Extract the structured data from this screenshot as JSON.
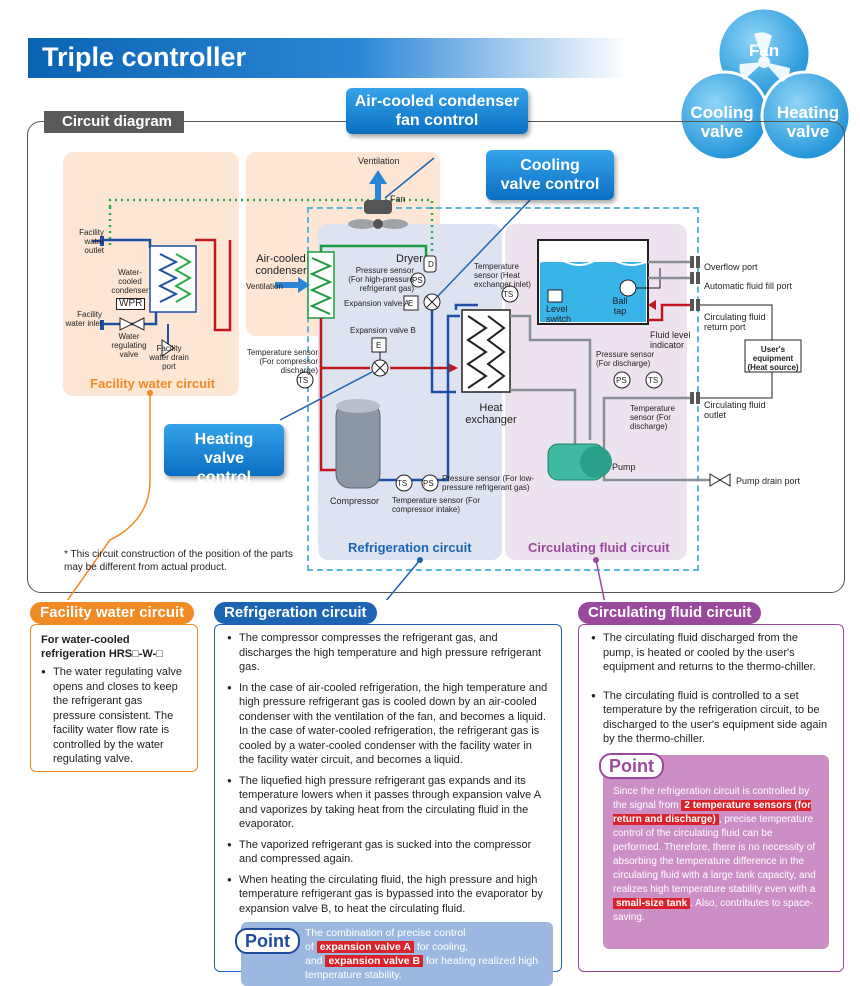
{
  "title": "Triple controller",
  "badge": {
    "fan": "Fan",
    "cooling": "Cooling valve",
    "heating": "Heating valve"
  },
  "diagram": {
    "tab": "Circuit diagram",
    "callouts": {
      "aircooled_fan": "Air-cooled condenser fan control",
      "cooling_valve": "Cooling valve control",
      "heating_valve": "Heating valve control"
    },
    "labels": {
      "ventilation_top": "Ventilation",
      "fan": "Fan",
      "facility_water_outlet": "Facility water outlet",
      "facility_water_inlet": "Facility water inlet",
      "water_cooled_condenser": "Water-cooled condenser",
      "wpr": "WPR",
      "water_regulating_valve": "Water regulating valve",
      "facility_water_drain_port": "Facility water drain port",
      "air_cooled_condenser": "Air-cooled condenser",
      "ventilation_left": "Ventilation",
      "dryer": "Dryer",
      "d": "D",
      "pressure_sensor_high": "Pressure sensor (For high-pressure refrigerant gas)",
      "expansion_valve_a": "Expansion valve A",
      "e": "E",
      "expansion_valve_b": "Expansion valve B",
      "temp_sensor_comp_discharge": "Temperature sensor (For compressor discharge)",
      "ts": "TS",
      "ps": "PS",
      "temp_sensor_hx_inlet": "Temperature sensor (Heat exchanger inlet)",
      "heat_exchanger": "Heat exchanger",
      "compressor": "Compressor",
      "pressure_sensor_low": "Pressure sensor (For low-pressure refrigerant gas)",
      "temp_sensor_comp_intake": "Temperature sensor (For compressor intake)",
      "level_switch": "Level switch",
      "ball_tap": "Ball tap",
      "fluid_level_indicator": "Fluid level indicator",
      "pressure_sensor_discharge": "Pressure sensor (For discharge)",
      "temp_sensor_discharge": "Temperature sensor (For discharge)",
      "overflow_port": "Overflow port",
      "auto_fill_port": "Automatic fluid fill port",
      "circ_return_port": "Circulating fluid return port",
      "users_equipment": "User's equipment (Heat source)",
      "circ_outlet": "Circulating fluid outlet",
      "pump": "Pump",
      "pump_drain_port": "Pump drain port",
      "facility_water_circuit": "Facility water circuit",
      "refrigeration_circuit": "Refrigeration circuit",
      "circulating_fluid_circuit": "Circulating fluid circuit"
    },
    "note": "* This circuit construction of the position of the parts may be different from actual product."
  },
  "facility": {
    "header": "Facility water circuit",
    "subhead": "For water-cooled refrigeration HRS□-W-□",
    "bullet": "The water regulating valve opens and closes to keep the refrigerant gas pressure consistent. The facility water flow rate is controlled by the water regulating valve."
  },
  "refrigeration": {
    "header": "Refrigeration circuit",
    "bullets": [
      "The compressor compresses the refrigerant gas, and discharges the high temperature and high pressure refrigerant gas.",
      "In the case of air-cooled refrigeration, the high temperature and high pressure refrigerant gas is cooled down by an air-cooled condenser with the ventilation of the fan, and becomes a liquid. In the case of water-cooled refrigeration, the refrigerant gas is cooled by a water-cooled condenser with the facility water in the facility water circuit, and becomes a liquid.",
      "The liquefied high pressure refrigerant gas expands and its temperature lowers when it passes through expansion valve A and vaporizes by taking heat from the circulating fluid in the evaporator.",
      "The vaporized refrigerant gas is sucked into the compressor and compressed again.",
      "When heating the circulating fluid, the high pressure and high temperature refrigerant gas is bypassed into the evaporator by expansion valve B, to heat the circulating fluid."
    ],
    "point": {
      "word": "Point",
      "t1": "The combination of precise control",
      "t2": "of",
      "hl1": "expansion valve A",
      "t3": "for cooling,",
      "t4": "and",
      "hl2": "expansion valve B",
      "t5": "for heating realized high",
      "t6": "temperature stability."
    }
  },
  "circulating": {
    "header": "Circulating fluid circuit",
    "bullets": [
      "The circulating fluid discharged from the pump, is heated or cooled by the user's equipment and returns to the thermo-chiller.",
      "The circulating fluid is controlled to a set temperature by the refrigeration circuit, to be discharged to the user's equipment side again by the thermo-chiller."
    ],
    "point": {
      "word": "Point",
      "t1": "Since the refrigeration circuit is controlled by the signal from",
      "hl1": "2 temperature sensors (for return and discharge)",
      "t2": ", precise temperature control of the circulating fluid can be performed. Therefore, there is no necessity of absorbing the temperature difference in the circulating fluid with a large tank capacity, and realizes high temperature stability even with a",
      "hl2": "small-size tank",
      "t3": ". Also, contributes to space-saving."
    }
  },
  "colors": {
    "blue": "#0b63b3",
    "orange": "#f08a24",
    "purple": "#9a4a9c",
    "red": "#d9222a",
    "green": "#1c9a3d"
  }
}
